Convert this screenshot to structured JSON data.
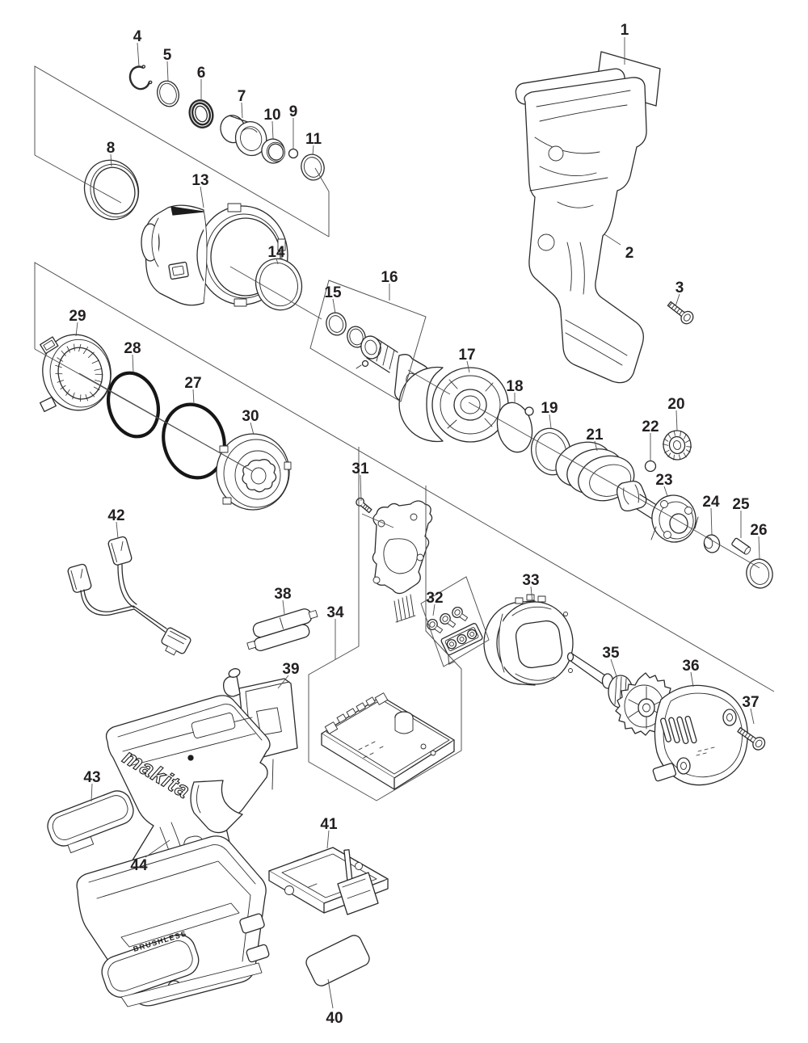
{
  "page": {
    "background": "#ffffff",
    "ink": "#231f20",
    "leader_color": "#4d4d4d"
  },
  "diagram": {
    "type": "exploded-parts-diagram",
    "parts": [
      {
        "label": "1"
      },
      {
        "label": "2"
      },
      {
        "label": "3"
      },
      {
        "label": "4"
      },
      {
        "label": "5"
      },
      {
        "label": "6"
      },
      {
        "label": "7"
      },
      {
        "label": "8"
      },
      {
        "label": "9"
      },
      {
        "label": "10"
      },
      {
        "label": "11"
      },
      {
        "label": "13"
      },
      {
        "label": "14"
      },
      {
        "label": "15"
      },
      {
        "label": "16"
      },
      {
        "label": "17"
      },
      {
        "label": "18"
      },
      {
        "label": "19"
      },
      {
        "label": "20"
      },
      {
        "label": "21"
      },
      {
        "label": "22"
      },
      {
        "label": "23"
      },
      {
        "label": "24"
      },
      {
        "label": "25"
      },
      {
        "label": "26"
      },
      {
        "label": "27"
      },
      {
        "label": "28"
      },
      {
        "label": "29"
      },
      {
        "label": "30"
      },
      {
        "label": "31"
      },
      {
        "label": "32"
      },
      {
        "label": "33"
      },
      {
        "label": "34"
      },
      {
        "label": "35"
      },
      {
        "label": "36"
      },
      {
        "label": "37"
      },
      {
        "label": "38"
      },
      {
        "label": "39"
      },
      {
        "label": "40"
      },
      {
        "label": "41"
      },
      {
        "label": "42"
      },
      {
        "label": "43"
      },
      {
        "label": "44"
      }
    ],
    "branding": {
      "logo": "makita",
      "housing_text": "BRUSHLESS"
    }
  }
}
